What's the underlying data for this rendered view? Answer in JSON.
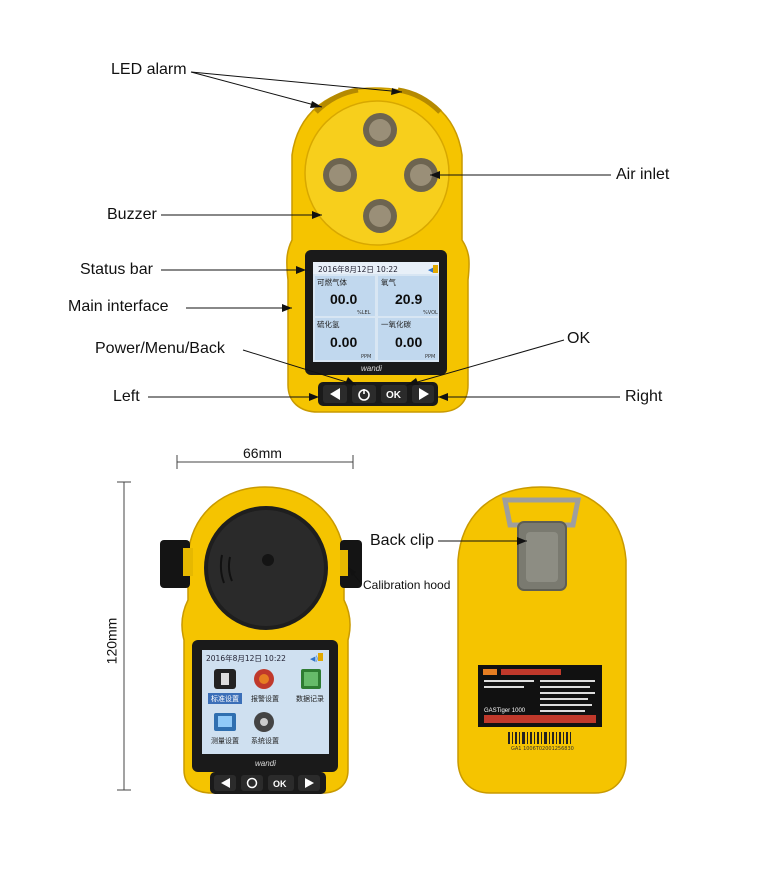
{
  "callouts": {
    "led_alarm": "LED alarm",
    "air_inlet": "Air inlet",
    "buzzer": "Buzzer",
    "status_bar": "Status bar",
    "main_interface": "Main interface",
    "power_menu_back": "Power/Menu/Back",
    "ok": "OK",
    "left": "Left",
    "right": "Right",
    "back_clip": "Back clip",
    "calibration_hood": "Calibration hood"
  },
  "dimensions": {
    "width": "66mm",
    "height": "120mm"
  },
  "front_screen": {
    "status_time": "2016年8月12日 10:22",
    "cells": [
      {
        "gas": "可燃气体",
        "value": "00.0",
        "unit": "%LEL"
      },
      {
        "gas": "氧气",
        "value": "20.9",
        "unit": "%VOL"
      },
      {
        "gas": "硫化氢",
        "value": "0.00",
        "unit": "PPM"
      },
      {
        "gas": "一氧化碳",
        "value": "0.00",
        "unit": "PPM"
      }
    ],
    "brand": "wandi"
  },
  "menu_screen": {
    "status_time": "2016年8月12日 10:22",
    "items": [
      "标准设置",
      "报警设置",
      "数据记录",
      "测量设置",
      "系统设置"
    ],
    "brand": "wandi"
  },
  "buttons": {
    "ok": "OK"
  },
  "back_label": {
    "model": "GASTiger 1000",
    "barcode_text": "GA1 1006T02001256830"
  },
  "colors": {
    "body": "#f5c400",
    "body_dark": "#d9a600",
    "screen_blue": "#bcd7ef",
    "lines": "#111111"
  }
}
